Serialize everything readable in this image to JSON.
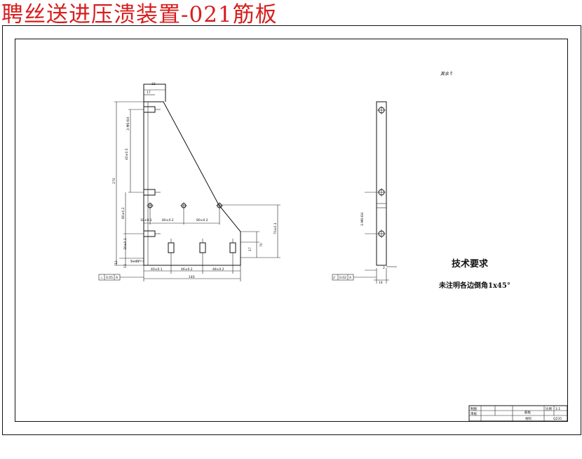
{
  "title": "聘丝送进压溃装置-021筋板",
  "colors": {
    "title": "#d81e1e",
    "lines": "#111111"
  },
  "front_view": {
    "dims": {
      "top_width": "33",
      "top_offset": "17",
      "hole_spacing_v": "40±0.5",
      "thread_note": "3-M6-6H",
      "height_total": "270",
      "left_bottom_1": "30±0.1",
      "left_mid": "80±0.2",
      "hole_row_a": "18±0.1",
      "hole_row_b": "80±0.2",
      "hole_row_c": "80±0.2",
      "right_height": "70±0.1",
      "step_17": "17",
      "step_70": "70",
      "base_1": "40±0.1",
      "base_2": "46±0.2",
      "base_3": "48±0.2",
      "base_total": "140",
      "edge_r": "5×45°",
      "edge_12": "12",
      "edge_15": "15"
    },
    "tolerance": {
      "symbol": "⊥",
      "value": "0.05",
      "datum": "A"
    }
  },
  "side_view": {
    "dims": {
      "thread_note": "3-M6-6H",
      "thickness": "14",
      "step": "2"
    },
    "tolerance": {
      "symbol": "//",
      "value": "0.02",
      "datum": "A"
    }
  },
  "rest_note": "其余 ∜",
  "tech_requirements": {
    "title": "技术要求",
    "items": [
      "未注明各边倒角1x45°"
    ]
  },
  "title_block": {
    "r1": "制图",
    "r2": "审核",
    "part": "筋板",
    "scale": "比例",
    "scale_val": "1:1",
    "material": "材料",
    "material_val": "Q235"
  }
}
